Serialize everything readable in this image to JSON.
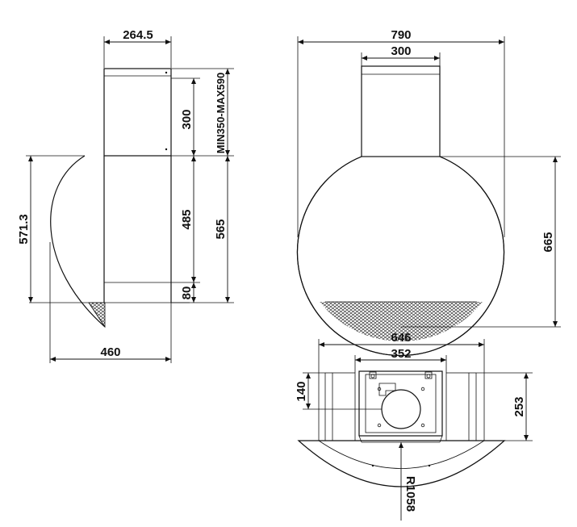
{
  "side_view": {
    "dim_top_width": "264.5",
    "dim_chimney_height": "300",
    "dim_chimney_range": "MIN350-MAX590",
    "dim_mid_height": "485",
    "dim_lower_height": "80",
    "dim_body_height": "565",
    "dim_arc_height": "571.3",
    "dim_depth": "460"
  },
  "front_view": {
    "dim_total_width": "790",
    "dim_chimney_width": "300",
    "dim_sphere_height": "665"
  },
  "top_view": {
    "dim_outer_width": "646",
    "dim_inner_width": "352",
    "dim_duct_offset": "140",
    "dim_depth": "253",
    "dim_radius": "R1058"
  }
}
